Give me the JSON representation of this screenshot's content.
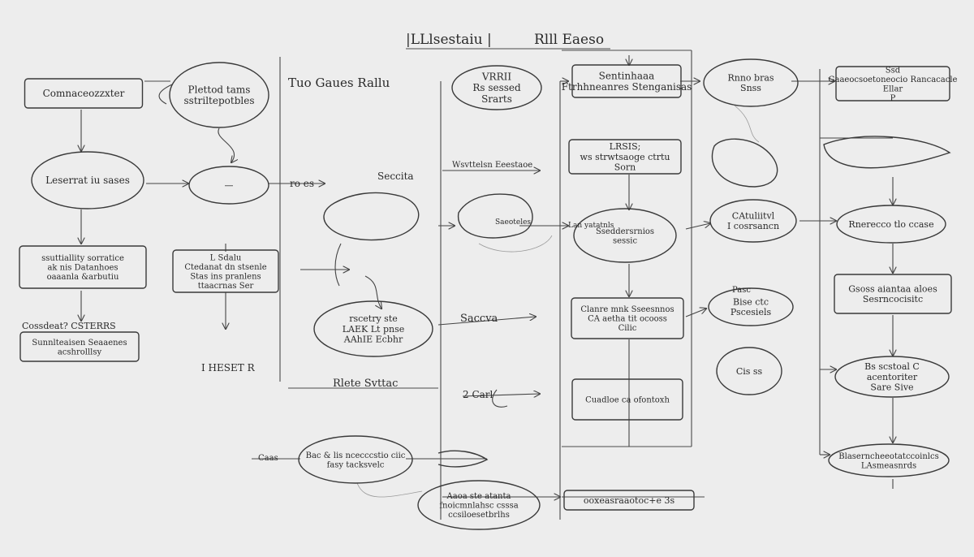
{
  "colors": {
    "background": "#ededed",
    "ink": "#2b2b2b",
    "faint_ink": "#9a9a9a"
  },
  "header": {
    "left": "|LLlsestaiu |",
    "right": "Rlll Eaeso"
  },
  "nodes": [
    {
      "id": "n1",
      "name": "rect-node-top-left",
      "shape": "rect",
      "lines": [
        "Comnaceozzxter"
      ]
    },
    {
      "id": "n2",
      "name": "ellipse-node-top-left",
      "shape": "ellipse",
      "lines": [
        "Plettod tams",
        "sstriltepotbles"
      ]
    },
    {
      "id": "n3",
      "name": "ellipse-node-left-mid",
      "shape": "ellipse",
      "lines": [
        "Leserrat iu sases"
      ]
    },
    {
      "id": "n4",
      "name": "ellipse-node-center-left",
      "shape": "ellipse",
      "lines": [
        "—"
      ]
    },
    {
      "id": "n5",
      "name": "rect-node-left-3",
      "shape": "rect",
      "lines": [
        "ssuttiallity sorratice",
        "ak nis Datanhoes",
        "oaaanla &arbutiu"
      ]
    },
    {
      "id": "n6",
      "name": "rect-node-center-3",
      "shape": "rect",
      "lines": [
        "L Sdalu",
        "Ctedanat dn stsenle",
        "Stas ins pranlens",
        "ttaacrnas Ser"
      ]
    },
    {
      "id": "n7",
      "name": "rect-node-left-4",
      "shape": "rect",
      "lines": [
        "Sunnlteaisen Seaaenes",
        "acshrolllsy"
      ]
    },
    {
      "id": "n8",
      "name": "ellipse-node-center-4",
      "shape": "ellipse",
      "lines": [
        "rscetry ste",
        "LAEK Lt pnse",
        "AAhIE Ecbhr"
      ]
    },
    {
      "id": "n9",
      "name": "ellipse-node-bottom-left",
      "shape": "ellipse",
      "lines": [
        "Bac & lis ncecccstio ciic",
        "fasy tacksvelc"
      ]
    },
    {
      "id": "n10",
      "name": "ellipse-node-bottom-mid",
      "shape": "ellipse",
      "lines": [
        "Aaoa ste atanta",
        "fnoicmnlahsc csssa",
        "ccsiloesetbrlhs"
      ]
    },
    {
      "id": "n11",
      "name": "ellipse-node-col3-top",
      "shape": "ellipse",
      "lines": [
        "VRRII",
        "Rs sessed",
        "Srarts"
      ]
    },
    {
      "id": "n12",
      "name": "rect-node-col4-top",
      "shape": "rect",
      "lines": [
        "Sentinhaaa",
        "Ftrhhneanres Stenganisas"
      ]
    },
    {
      "id": "n13",
      "name": "rect-node-col4-2",
      "shape": "rect",
      "lines": [
        "LRSIS;",
        "ws strwtsaoge ctrtu",
        "Sorn"
      ]
    },
    {
      "id": "n14",
      "name": "ellipse-node-col4-3",
      "shape": "ellipse",
      "lines": [
        "Sseddersrnios",
        "sessic"
      ]
    },
    {
      "id": "n15",
      "name": "rect-node-col4-4",
      "shape": "rect",
      "lines": [
        "Clanre mnk Sseesnnos",
        "CA aetha tit ocooss",
        "Cilic"
      ]
    },
    {
      "id": "n16",
      "name": "rect-node-col4-5",
      "shape": "rect",
      "lines": [
        "Cuadloe ca ofontoxh"
      ]
    },
    {
      "id": "n17",
      "name": "rect-node-col4-bottom",
      "shape": "rect",
      "lines": [
        "ooxeasraaotoc+e 3s"
      ]
    },
    {
      "id": "n18",
      "name": "ellipse-node-col5-top",
      "shape": "ellipse",
      "lines": [
        "Rnno bras",
        "Snss"
      ]
    },
    {
      "id": "n19",
      "name": "ellipse-node-col5-3",
      "shape": "ellipse",
      "lines": [
        "CAtuliitvl",
        "I cosrsancn"
      ]
    },
    {
      "id": "n20",
      "name": "ellipse-node-col5-4",
      "shape": "ellipse",
      "lines": [
        "Bise ctc",
        "Pscesiels"
      ]
    },
    {
      "id": "n21",
      "name": "ellipse-node-col5-5",
      "shape": "ellipse",
      "lines": [
        "Cis ss"
      ]
    },
    {
      "id": "n22",
      "name": "rect-node-col6-top",
      "shape": "rect",
      "lines": [
        "Ssd",
        "Gaaeocsoetoneocio Rancacacle",
        "Ellar",
        "P"
      ]
    },
    {
      "id": "n23",
      "name": "ellipse-node-col6-3",
      "shape": "ellipse",
      "lines": [
        "Rnerecco tlo ccase"
      ]
    },
    {
      "id": "n24",
      "name": "rect-node-col6-4",
      "shape": "rect",
      "lines": [
        "Gsoss aiantaa aloes",
        "Sesrncocisitc"
      ]
    },
    {
      "id": "n25",
      "name": "ellipse-node-col6-5",
      "shape": "ellipse",
      "lines": [
        "Bs scstoal C",
        "acentoriter",
        "Sare Sive"
      ]
    },
    {
      "id": "n26",
      "name": "ellipse-node-col6-bottom",
      "shape": "ellipse",
      "lines": [
        "Blaserncheeotatccoinlcs",
        "LAsmeasnrds"
      ]
    }
  ],
  "labels": [
    {
      "id": "l1",
      "name": "label-tuo-gates",
      "text": "Tuo  Gaues  Rallu"
    },
    {
      "id": "l2",
      "name": "label-ro-es",
      "text": "ro  es"
    },
    {
      "id": "l3",
      "name": "label-seccita",
      "text": "Seccita"
    },
    {
      "id": "l4",
      "name": "label-wvitelsn",
      "text": "Wsvttelsn Eeestaoe"
    },
    {
      "id": "l5",
      "name": "label-sactelcs",
      "text": "Saeoteles"
    },
    {
      "id": "l6",
      "name": "label-saccva",
      "text": "Saccva"
    },
    {
      "id": "l7",
      "name": "label-riete-svrtac",
      "text": "Rlete Svttac"
    },
    {
      "id": "l8",
      "name": "label-2-crel",
      "text": "2  Carl"
    },
    {
      "id": "l9",
      "name": "label-lise-stbiis",
      "text": "Cossdeat?  CSTERRS"
    },
    {
      "id": "l10",
      "name": "label-i-hfsr",
      "text": "I  HESET R"
    },
    {
      "id": "l11",
      "name": "label-caas",
      "text": "Caas"
    },
    {
      "id": "l12",
      "name": "label-mid-blob",
      "text": "Lan yatatnls"
    },
    {
      "id": "l13",
      "name": "label-pasc",
      "text": "Pasc"
    }
  ]
}
